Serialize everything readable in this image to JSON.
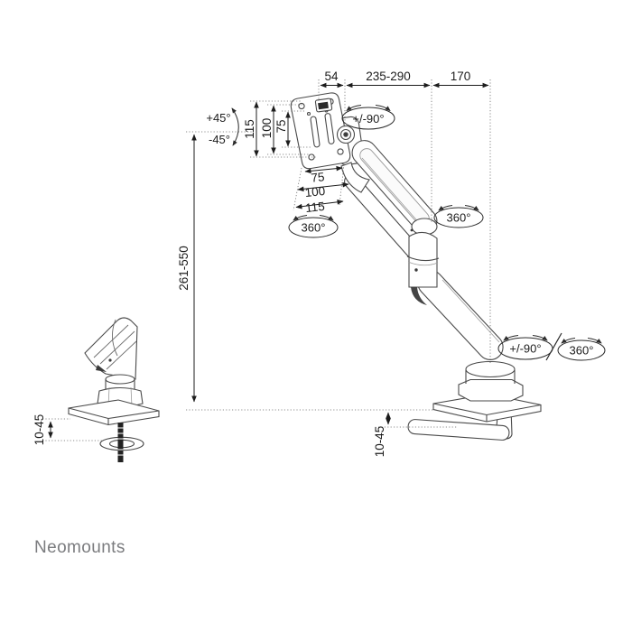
{
  "brand": "Neomounts",
  "dims": {
    "clip_width": "54",
    "arm_reach": "235-290",
    "base_offset": "170",
    "vesa_v_outer": "115",
    "vesa_v_mid": "100",
    "vesa_v_inner": "75",
    "vesa_h_inner": "75",
    "vesa_h_mid": "100",
    "vesa_h_outer": "115",
    "height_range": "261-550",
    "grommet_desk_thickness": "10-45",
    "clamp_desk_thickness": "10-45"
  },
  "rotations": {
    "tilt_up": "+45°",
    "tilt_down": "-45°",
    "pivot_swivel": "+/-90°",
    "vesa_rotation": "360°",
    "arm_rotation": "360°",
    "base_swivel": "+/-90°",
    "base_rotation": "360°"
  }
}
